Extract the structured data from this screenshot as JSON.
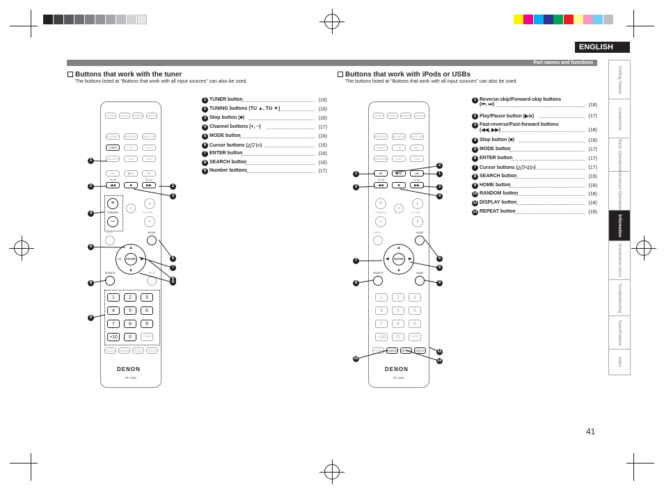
{
  "header": {
    "language": "ENGLISH",
    "section_title": "Part names and functions"
  },
  "side_tabs": [
    {
      "label": "Getting Started",
      "active": false
    },
    {
      "label": "Connections",
      "active": false
    },
    {
      "label": "Basic Operations",
      "active": false
    },
    {
      "label": "Advanced Operations",
      "active": false
    },
    {
      "label": "Information",
      "active": true
    },
    {
      "label": "Explanation terms",
      "active": false
    },
    {
      "label": "Troubleshooting",
      "active": false
    },
    {
      "label": "Specifications",
      "active": false
    },
    {
      "label": "Index",
      "active": false
    }
  ],
  "tuner": {
    "heading": "Buttons that work with the tuner",
    "note": "The buttons listed at “Buttons that work with all input sources” can also be used.",
    "items": [
      {
        "num": "1",
        "label": "TUNER button",
        "page": "(16)"
      },
      {
        "num": "2",
        "label": "TUNING buttons (TU ▲, TU ▼)",
        "page": "(16)"
      },
      {
        "num": "3",
        "label": "Stop button (■)",
        "page": "(16)"
      },
      {
        "num": "4",
        "label": "Channel buttons (+, –)",
        "page": "(17)"
      },
      {
        "num": "5",
        "label": "MODE button",
        "page": "(16)"
      },
      {
        "num": "6",
        "label": "Cursor buttons (△▽ ▷)",
        "page": "(16)"
      },
      {
        "num": "7",
        "label": "ENTER button",
        "page": "(16)"
      },
      {
        "num": "8",
        "label": "SEARCH button",
        "page": "(16)"
      },
      {
        "num": "9",
        "label": "Number buttons",
        "page": "(17)"
      }
    ]
  },
  "ipod": {
    "heading": "Buttons that work with iPods or USBs",
    "note": "The buttons listed at “Buttons that work with all input sources” can also be used.",
    "items": [
      {
        "num": "1",
        "label": "Reverse-skip/Forward-skip buttons",
        "label2": "(⏮, ⏭)",
        "page": "(18)"
      },
      {
        "num": "2",
        "label": "Play/Pause button (▶/⏸)",
        "page": "(17)"
      },
      {
        "num": "3",
        "label": "Fast-reverse/Fast-forward buttons",
        "label2": "(◀◀, ▶▶)",
        "page": "(18)"
      },
      {
        "num": "4",
        "label": "Stop button (■)",
        "page": "(18)"
      },
      {
        "num": "5",
        "label": "MODE button",
        "page": "(17)"
      },
      {
        "num": "6",
        "label": "ENTER button",
        "page": "(17)"
      },
      {
        "num": "7",
        "label": "Cursor buttons (△▽◁ ▷)",
        "page": "(17)"
      },
      {
        "num": "8",
        "label": "SEARCH button",
        "page": "(19)"
      },
      {
        "num": "9",
        "label": "HOME button",
        "page": "(18)"
      },
      {
        "num": "10",
        "label": "RANDOM button",
        "page": "(18)"
      },
      {
        "num": "11",
        "label": "DISPLAY button",
        "page": "(18)"
      },
      {
        "num": "12",
        "label": "REPEAT button",
        "page": "(18)"
      }
    ]
  },
  "remote": {
    "brand": "DENON",
    "model": "RC-1154",
    "top_row": [
      "SLEEP",
      "CLOCK",
      "DIMMER",
      "SDB/ DYNAMIC"
    ],
    "src_row1": [
      "INTERNET RADIO",
      "NETWORK/ USB",
      "MUSIC SERVER"
    ],
    "src_row2": [
      "TUNER",
      "CD",
      "AUX"
    ],
    "src_row3": [
      "ONLINE MUSIC",
      "iPod",
      "USB"
    ],
    "tuner_label": "TUNER",
    "tu_down": "TU ▼",
    "tu_up": "TU ▲",
    "channel_label": "CHANNEL",
    "volume_label": "VOLUME",
    "mode_label": "MODE",
    "enter_label": "ENTER",
    "search_label": "SEARCH",
    "home_label": "HOME",
    "menu_label": "MENU",
    "random_label": "RANDOM",
    "repeat_label": "REPEAT",
    "display_label": "DISPLAY",
    "program_label": "PROGRAM",
    "clear_label": "CLEAR",
    "numbers": [
      "1",
      "2",
      "3",
      "4",
      "5",
      "6",
      "7",
      "8",
      "9",
      "+10",
      "0"
    ],
    "bottom_row": [
      "PROGRAM",
      "RANDOM",
      "REPEAT",
      "DISPLAY"
    ]
  },
  "page_number": "41",
  "colors": {
    "dark": "#231f20",
    "gray_bar": "#808285",
    "swatches": [
      "#fff200",
      "#ec008c",
      "#00aeef",
      "#2e3192",
      "#00a651",
      "#ed1c24",
      "#fff799",
      "#f49ac1",
      "#6dcff6",
      "#bcbec0"
    ],
    "grays": [
      "#231f20",
      "#414042",
      "#58595b",
      "#6d6e71",
      "#808285",
      "#939598",
      "#a7a9ac",
      "#bcbec0",
      "#d1d3d4",
      "#e6e7e8"
    ]
  }
}
